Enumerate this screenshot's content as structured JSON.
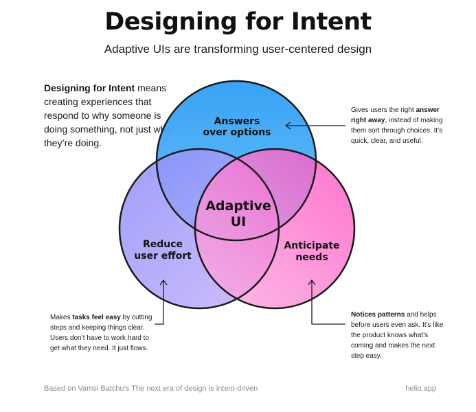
{
  "title": "Designing for Intent",
  "subtitle": "Adaptive UIs are transforming user-centered design",
  "intro": {
    "bold": "Designing for Intent",
    "rest": " means creating experiences that respond to why someone is doing something, not just what they’re doing."
  },
  "circles": {
    "top": {
      "line1": "Answers",
      "line2": "over options",
      "color": "#3aa6f5"
    },
    "left": {
      "line1": "Reduce",
      "line2": "user effort",
      "color": "#9a86f8"
    },
    "right": {
      "line1": "Anticipate",
      "line2": "needs",
      "color": "#f560c8"
    },
    "center": {
      "line1": "Adaptive",
      "line2": "UI"
    }
  },
  "notes": {
    "top": {
      "pre": "Gives users the right ",
      "bold": "answer right away",
      "post": ", instead of making them sort through choices. It’s quick, clear, and useful."
    },
    "left": {
      "pre": "Makes ",
      "bold": "tasks feel easy",
      "post": " by cutting steps and keeping things clear. Users don’t have to work hard to get what they need. It just flows."
    },
    "right": {
      "pre": "",
      "bold": "Notices patterns",
      "post": " and helps before users even ask. It’s like the product knows what’s coming and makes the next step easy."
    }
  },
  "footer": {
    "left": "Based on Vamsi Batchu’s The next era of design is intent-driven",
    "right": "helio.app"
  }
}
